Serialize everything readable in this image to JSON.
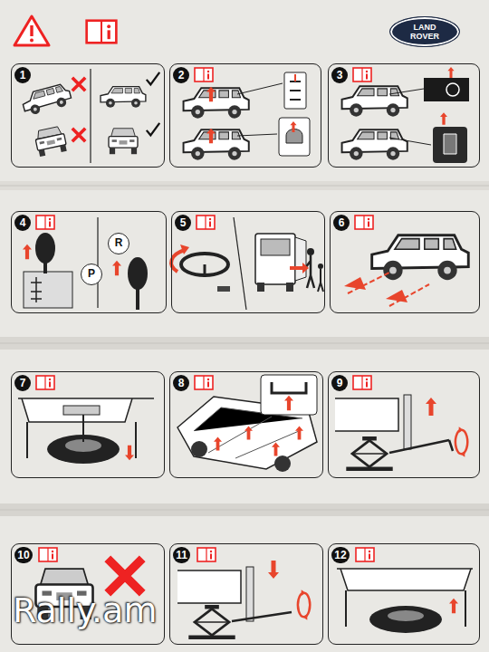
{
  "diagram": {
    "nodes": [
      {
        "text": [
          "LAND ROVER"
        ]
      },
      {
        "text": [
          "1"
        ]
      },
      {
        "text": [
          "2"
        ]
      },
      {
        "text": [
          "3"
        ]
      },
      {
        "text": [
          "4"
        ]
      },
      {
        "text": [
          "P"
        ],
        "in": 4
      },
      {
        "text": [
          "R"
        ],
        "in": 4
      },
      {
        "text": [
          "5"
        ]
      },
      {
        "text": [
          "6"
        ]
      },
      {
        "text": [
          "7"
        ]
      },
      {
        "text": [
          "8"
        ]
      },
      {
        "text": [
          "9"
        ]
      },
      {
        "text": [
          "10"
        ]
      },
      {
        "text": [
          "11"
        ]
      },
      {
        "text": [
          "12"
        ]
      }
    ],
    "labels": [
      "Rally.am"
    ]
  }
}
